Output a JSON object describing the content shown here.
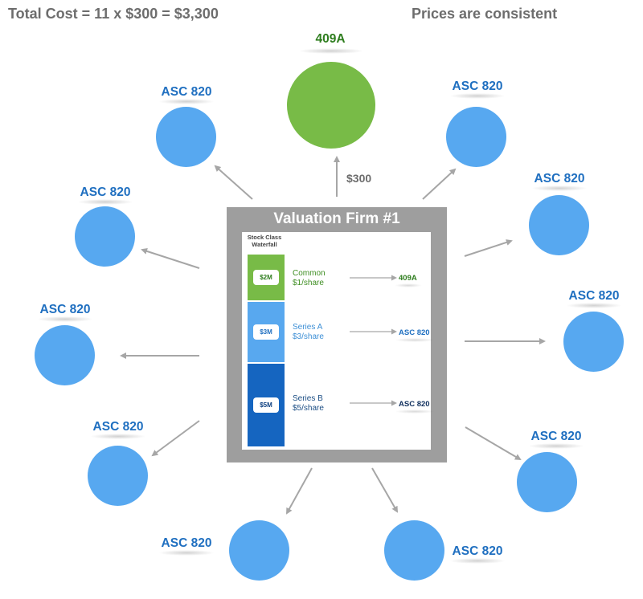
{
  "header": {
    "total_cost": "Total Cost = 11 x $300 = $3,300",
    "consistency": "Prices are consistent"
  },
  "colors": {
    "green": "#78bb47",
    "blue": "#57a8f0",
    "label_blue": "#1f6fc0",
    "label_green": "#2e7d1e",
    "series_a": "#58a8ef",
    "series_b": "#1565c0",
    "frame_gray": "#9e9e9e",
    "arrow_gray": "#a6a6a6"
  },
  "hub": {
    "label": "409A",
    "price": "$300"
  },
  "firm": {
    "title": "Valuation Firm #1",
    "waterfall_title": "Stock Class Waterfall",
    "classes": [
      {
        "amount": "$2M",
        "name": "Common",
        "price": "$1/share",
        "output": "409A"
      },
      {
        "amount": "$3M",
        "name": "Series A",
        "price": "$3/share",
        "output": "ASC 820"
      },
      {
        "amount": "$5M",
        "name": "Series B",
        "price": "$5/share",
        "output": "ASC 820"
      }
    ]
  },
  "nodes": [
    {
      "label": "ASC 820"
    },
    {
      "label": "ASC 820"
    },
    {
      "label": "ASC 820"
    },
    {
      "label": "ASC 820"
    },
    {
      "label": "ASC 820"
    },
    {
      "label": "ASC 820"
    },
    {
      "label": "ASC 820"
    },
    {
      "label": "ASC 820"
    },
    {
      "label": "ASC 820"
    },
    {
      "label": "ASC 820"
    }
  ]
}
